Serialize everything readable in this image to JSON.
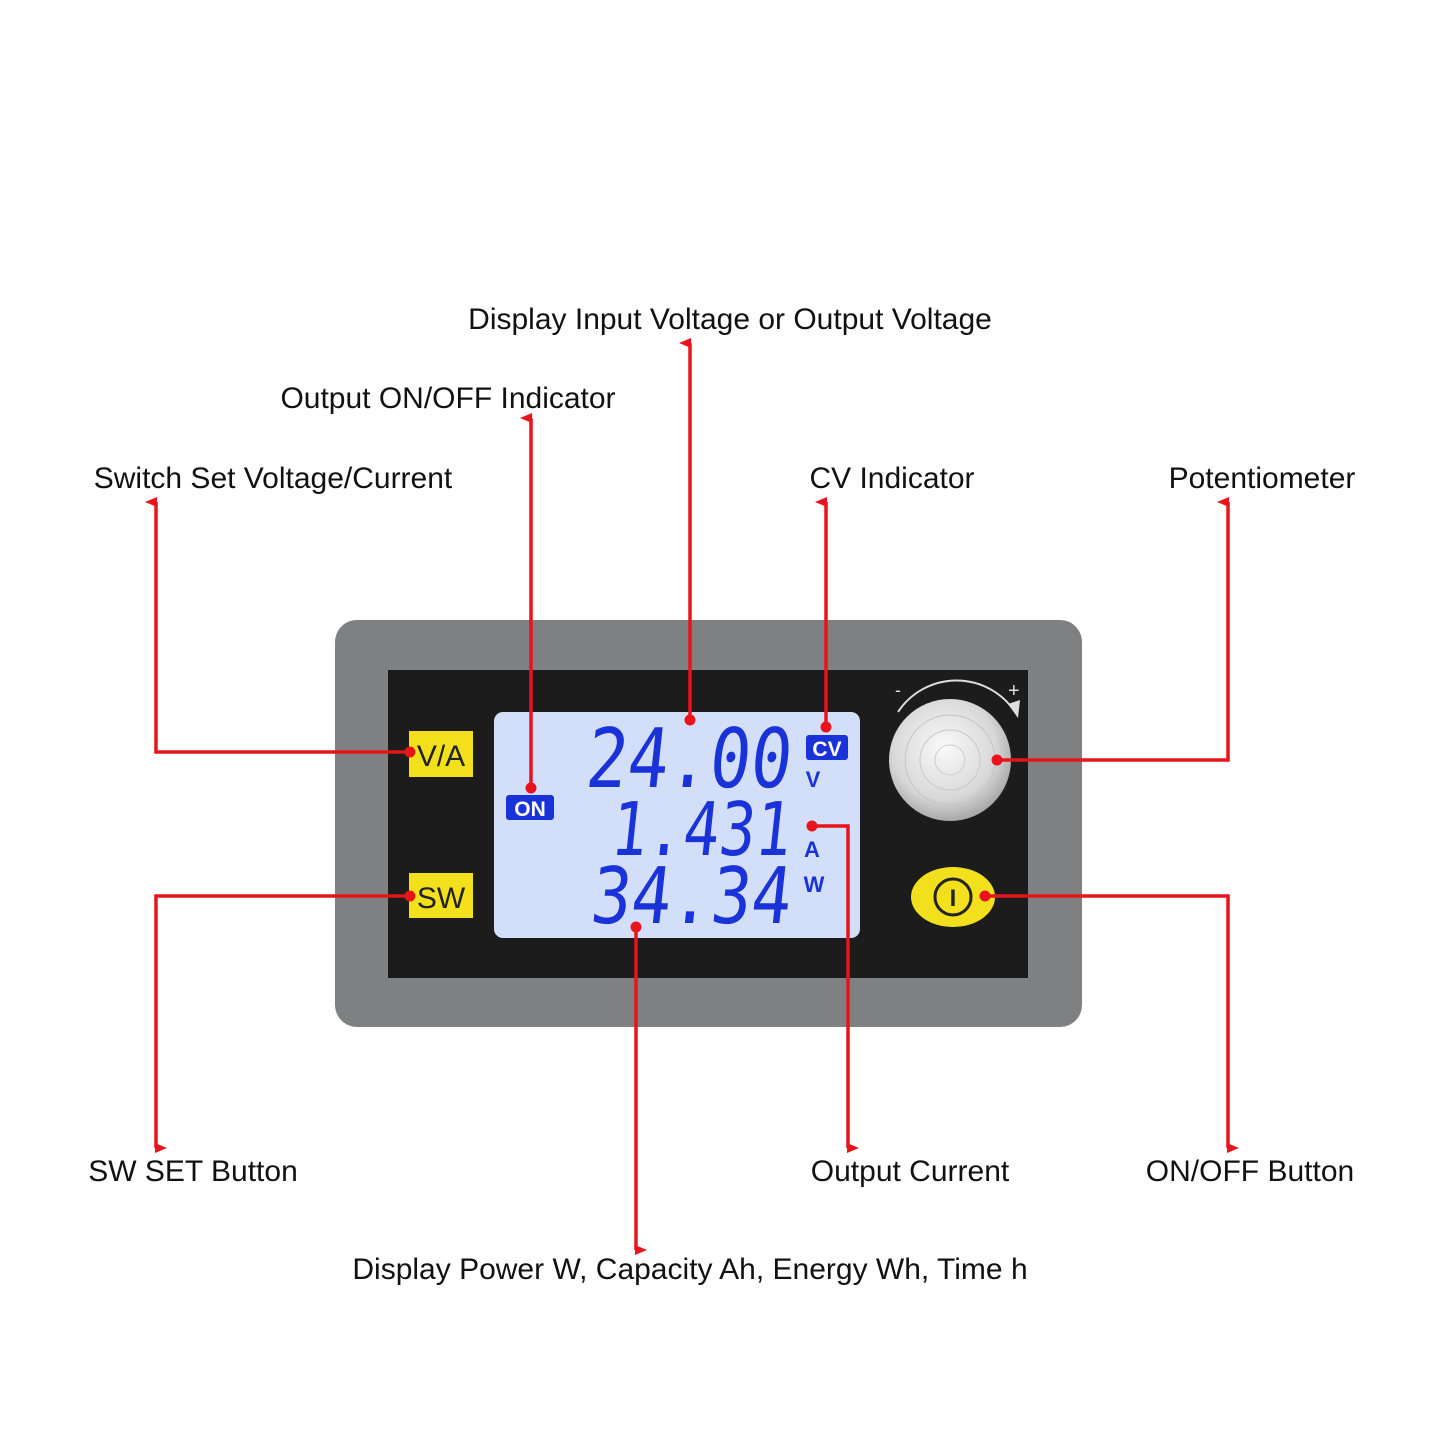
{
  "labels": {
    "display_voltage": "Display Input Voltage or Output Voltage",
    "on_off_indicator": "Output ON/OFF Indicator",
    "switch_set": "Switch Set Voltage/Current",
    "cv_indicator": "CV Indicator",
    "potentiometer": "Potentiometer",
    "sw_set_button": "SW SET Button",
    "output_current": "Output Current",
    "on_off_button": "ON/OFF Button",
    "display_power": "Display Power W, Capacity Ah, Energy Wh, Time h"
  },
  "device": {
    "va_button": "V/A",
    "sw_button": "SW",
    "on_badge": "ON",
    "cv_badge": "CV",
    "voltage": "24.00",
    "voltage_unit": "V",
    "current": "1.431",
    "current_unit": "A",
    "power": "34.34",
    "power_unit": "W",
    "knob_minus": "-",
    "knob_plus": "+",
    "power_symbol": "I"
  },
  "colors": {
    "arrow": "#e8141b",
    "lcd_digits": "#1a33d8",
    "lcd_background": "#d3def8",
    "button_yellow": "#f3e01c",
    "case_gray": "#7e8081"
  }
}
